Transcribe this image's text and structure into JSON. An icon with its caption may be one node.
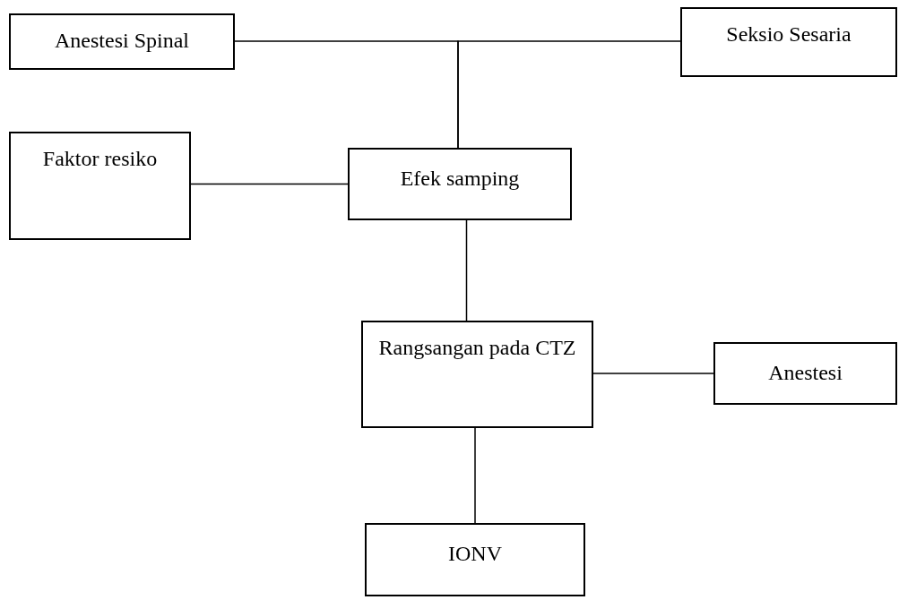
{
  "diagram": {
    "nodes": [
      {
        "text": [
          "Anestesi Spinal"
        ]
      },
      {
        "text": [
          "Seksio Sesaria"
        ]
      },
      {
        "text": [
          "Faktor resiko"
        ]
      },
      {
        "text": [
          "Efek samping"
        ]
      },
      {
        "text": [
          "Rangsangan pada CTZ"
        ]
      },
      {
        "text": [
          "Anestesi"
        ]
      },
      {
        "text": [
          "IONV"
        ]
      }
    ],
    "edges": [
      {
        "from": 0,
        "to": 3,
        "arrow": "none"
      },
      {
        "from": 1,
        "to": 3,
        "arrow": "none"
      },
      {
        "from": 2,
        "to": 3,
        "arrow": "none"
      },
      {
        "from": 3,
        "to": 4,
        "arrow": "none"
      },
      {
        "from": 4,
        "to": 5,
        "arrow": "none"
      },
      {
        "from": 4,
        "to": 6,
        "arrow": "none"
      }
    ]
  }
}
